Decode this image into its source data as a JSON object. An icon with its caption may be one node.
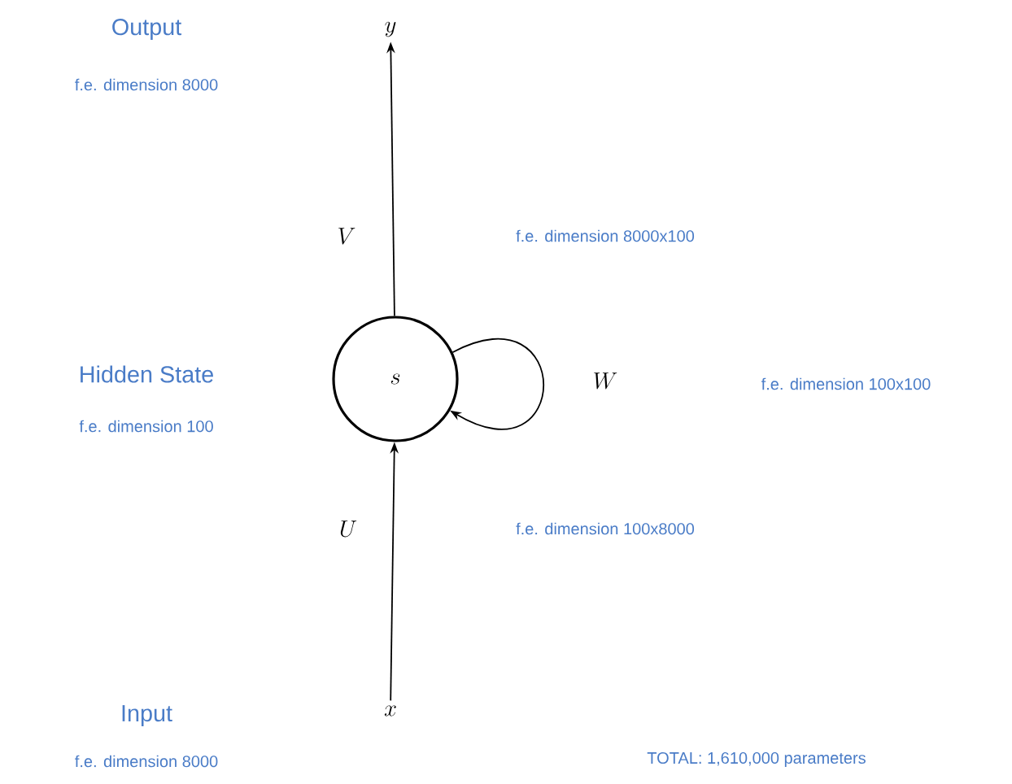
{
  "diagram": {
    "nodes": [
      {
        "text": [
          "y"
        ]
      },
      {
        "text": [
          "s"
        ]
      },
      {
        "text": [
          "x"
        ]
      }
    ],
    "edges": [
      {
        "from": 2,
        "to": 1,
        "arrow": "to",
        "label": "U"
      },
      {
        "from": 1,
        "to": 0,
        "arrow": "to",
        "label": "V"
      },
      {
        "from": 1,
        "to": 1,
        "arrow": "to",
        "label": "W"
      }
    ],
    "labels": [
      "Output",
      "f.e. dimension 8000",
      "f.e. dimension 8000x100",
      "Hidden State",
      "f.e. dimension 100",
      "f.e. dimension 100x100",
      "f.e. dimension 100x8000",
      "Input",
      "f.e. dimension 8000",
      "TOTAL: 1,610,000 parameters"
    ]
  }
}
